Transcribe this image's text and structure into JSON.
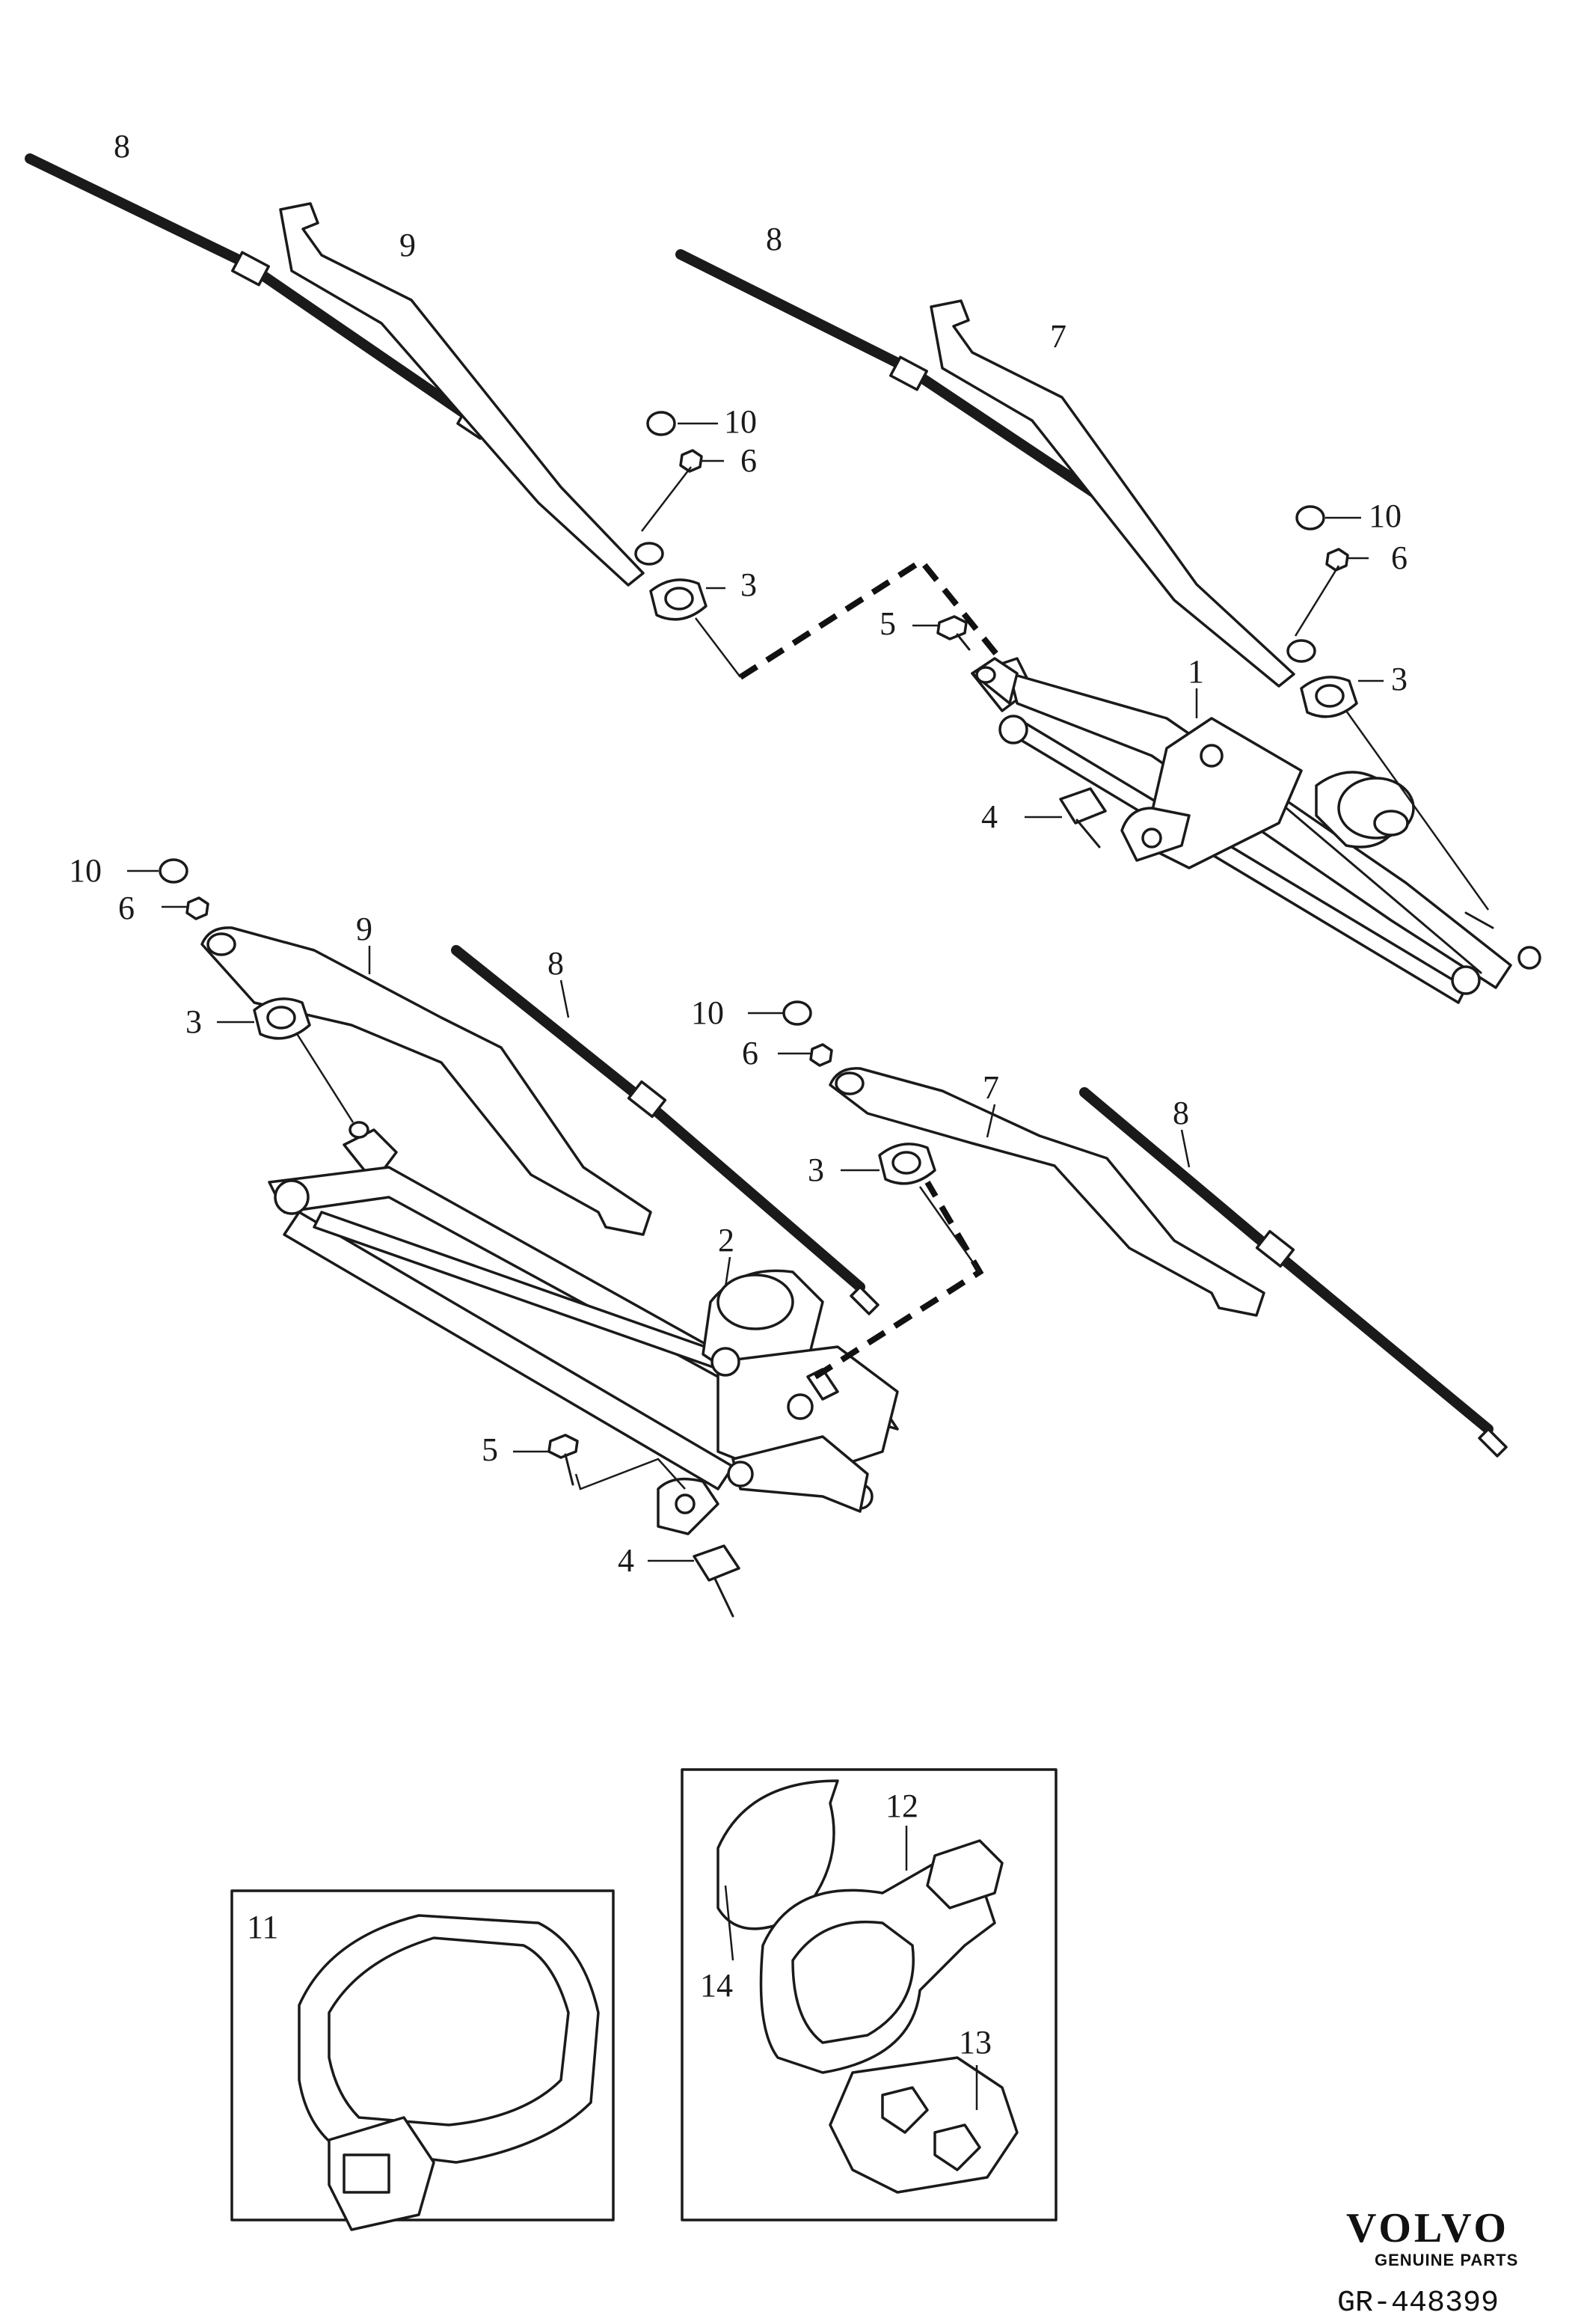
{
  "callouts": {
    "c8a": "8",
    "c9a": "9",
    "c10a": "10",
    "c6a": "6",
    "c3a": "3",
    "c8b": "8",
    "c7a": "7",
    "c10b": "10",
    "c6b": "6",
    "c3b": "3",
    "c5a": "5",
    "c1": "1",
    "c4a": "4",
    "c10c": "10",
    "c6c": "6",
    "c9b": "9",
    "c3c": "3",
    "c8c": "8",
    "c10d": "10",
    "c6d": "6",
    "c7b": "7",
    "c8d": "8",
    "c3d": "3",
    "c2": "2",
    "c5b": "5",
    "c4b": "4",
    "c11": "11",
    "c12": "12",
    "c13": "13",
    "c14": "14"
  },
  "branding": {
    "logo_text": "VOLVO",
    "logo_subtext": "GENUINE PARTS",
    "reference": "GR-448399"
  }
}
